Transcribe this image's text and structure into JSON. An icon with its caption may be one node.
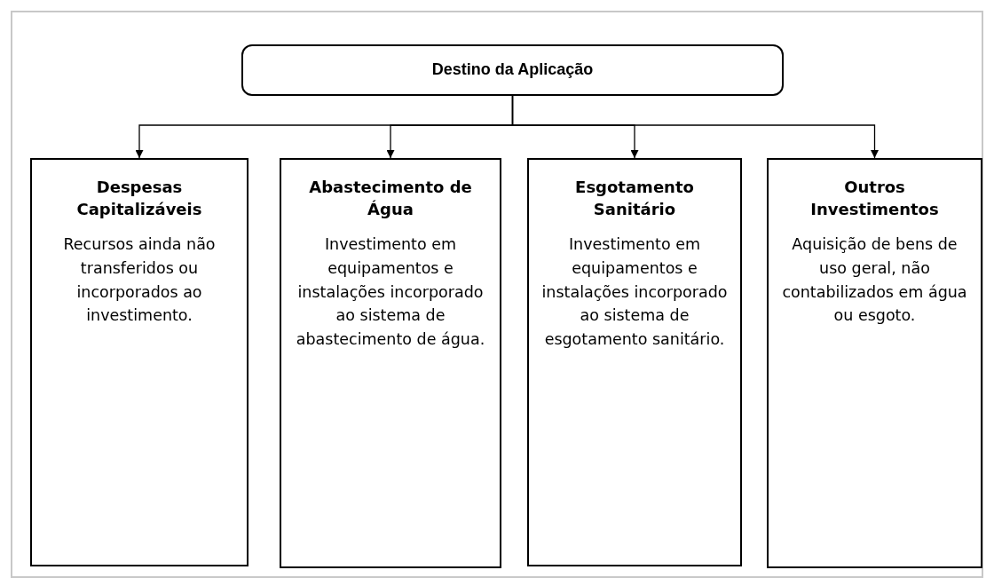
{
  "diagram": {
    "nodes": [
      {
        "text": [
          "Destino da Aplicação"
        ]
      },
      {
        "text": [
          "Despesas Capitalizáveis",
          "Recursos ainda não transferidos ou incorporados ao investimento."
        ]
      },
      {
        "text": [
          "Abastecimento de Água",
          "Investimento em equipamentos e instalações incorporado ao sistema de abastecimento de água."
        ]
      },
      {
        "text": [
          "Esgotamento Sanitário",
          "Investimento em equipamentos e instalações incorporado ao sistema de esgotamento sanitário."
        ]
      },
      {
        "text": [
          "Outros Investimentos",
          "Aquisição de bens de uso geral, não contabilizados em água ou esgoto."
        ]
      }
    ],
    "edges": [
      {
        "from": 0,
        "to": 1,
        "arrow": "to"
      },
      {
        "from": 0,
        "to": 2,
        "arrow": "to"
      },
      {
        "from": 0,
        "to": 3,
        "arrow": "to"
      },
      {
        "from": 0,
        "to": 4,
        "arrow": "to"
      }
    ]
  }
}
